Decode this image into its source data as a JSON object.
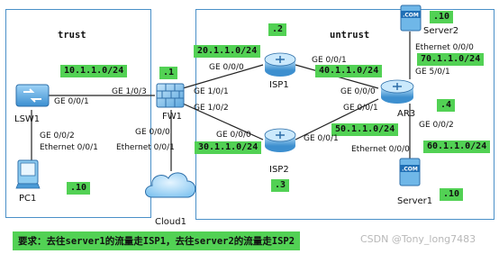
{
  "zones": {
    "trust": "trust",
    "untrust": "untrust"
  },
  "devices": {
    "lsw1": "LSW1",
    "fw1": "FW1",
    "pc1": "PC1",
    "cloud1": "Cloud1",
    "isp1": "ISP1",
    "isp2": "ISP2",
    "ar3": "AR3",
    "server1": "Server1",
    "server2": "Server2",
    "server_badge": ".COM"
  },
  "subnets": {
    "trust_lan": "10.1.1.0/24",
    "fw_isp1": "20.1.1.0/24",
    "fw_isp2": "30.1.1.0/24",
    "isp1_ar3": "40.1.1.0/24",
    "isp2_ar3": "50.1.1.0/24",
    "ar3_server1": "60.1.1.0/24",
    "ar3_server2": "70.1.1.0/24"
  },
  "host_ids": {
    "fw1": ".1",
    "pc1": ".10",
    "isp1": ".2",
    "isp2": ".3",
    "ar3": ".4",
    "server1": ".10",
    "server2": ".10"
  },
  "interfaces": {
    "lsw1_ge001": "GE 0/0/1",
    "fw1_ge103": "GE 1/0/3",
    "lsw1_ge002": "GE 0/0/2",
    "pc1_eth001": "Ethernet 0/0/1",
    "fw1_ge000": "GE 0/0/0",
    "cloud1_eth001": "Ethernet 0/0/1",
    "fw1_ge101": "GE 1/0/1",
    "fw1_ge102": "GE 1/0/2",
    "isp1_ge000": "GE 0/0/0",
    "isp1_ge001": "GE 0/0/1",
    "isp2_ge000": "GE 0/0/0",
    "isp2_ge001": "GE 0/0/1",
    "ar3_ge000": "GE 0/0/0",
    "ar3_ge001": "GE 0/0/1",
    "ar3_ge002": "GE 0/0/2",
    "ar3_ge501": "GE 5/0/1",
    "server2_eth000": "Ethernet 0/0/0",
    "server1_eth000": "Ethernet 0/0/0"
  },
  "requirement": "要求：去往server1的流量走ISP1，去往server2的流量走ISP2",
  "watermark": "CSDN @Tony_long7483"
}
